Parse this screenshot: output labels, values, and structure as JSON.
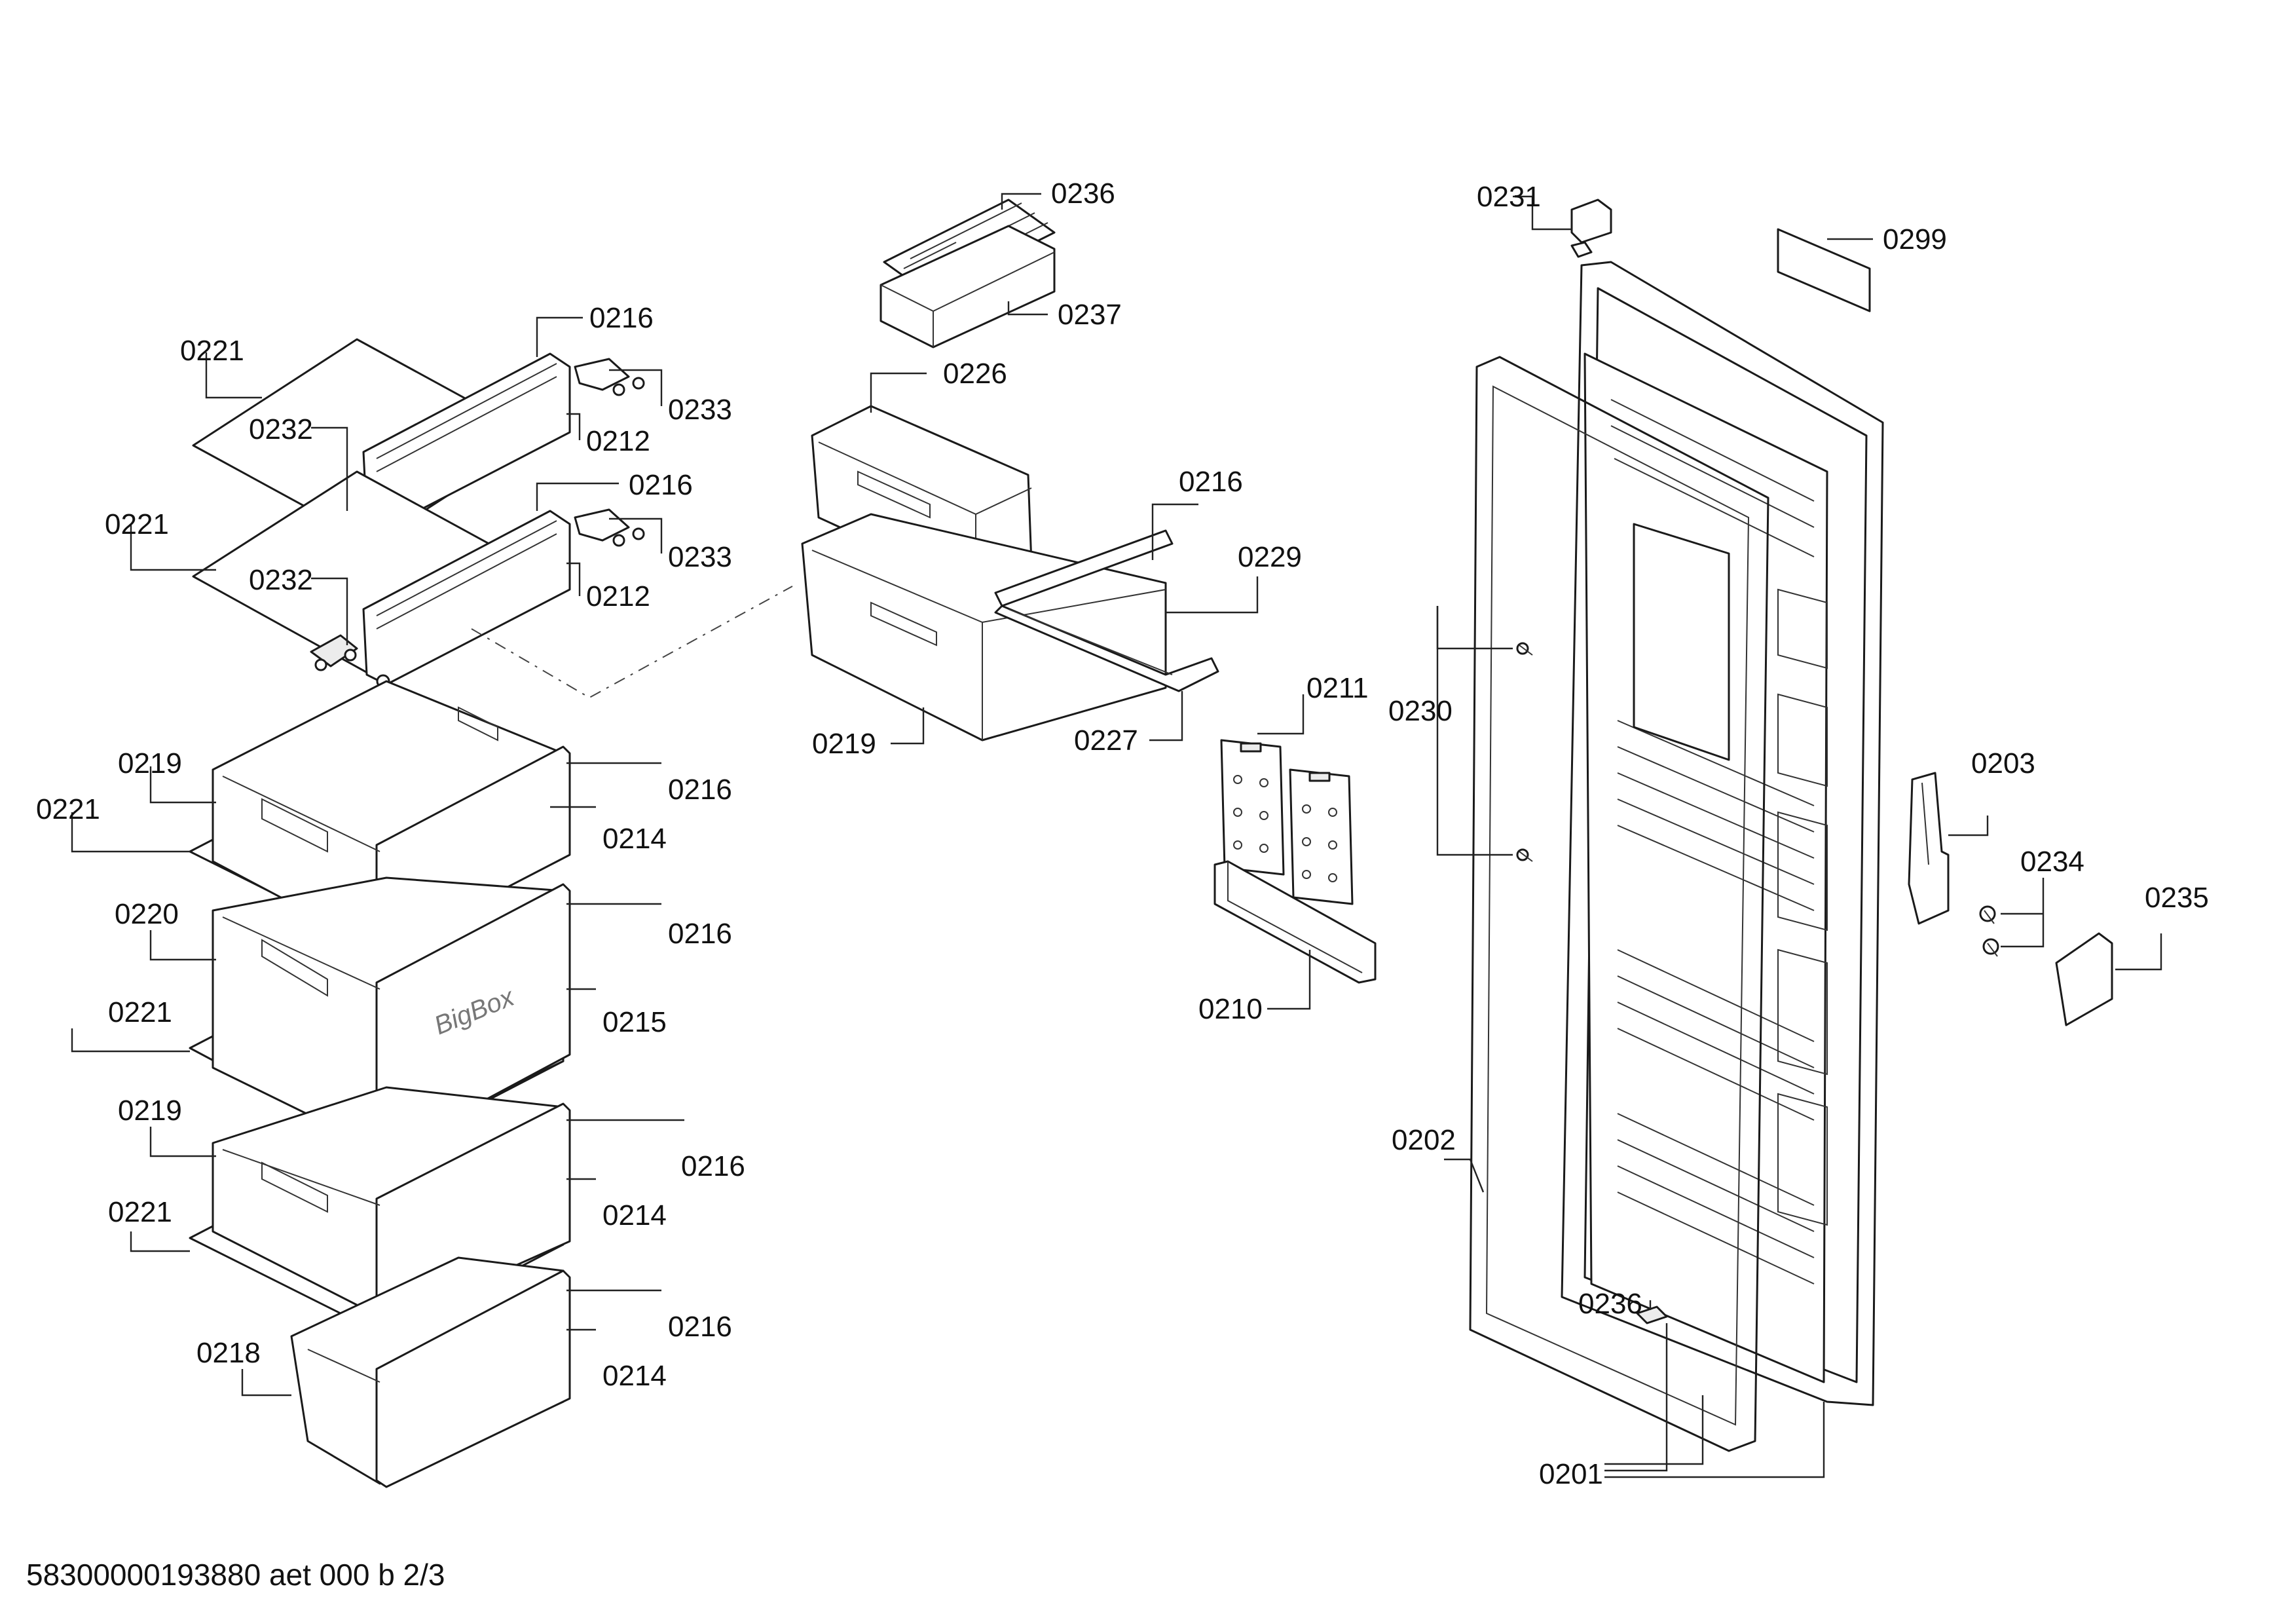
{
  "document_code": "58300000193880 aet 000 b 2/3",
  "brand_mark": "BigBox",
  "labels": {
    "l0221a": "0221",
    "l0232a": "0232",
    "l0216a": "0216",
    "l0233a": "0233",
    "l0212a": "0212",
    "l0221b": "0221",
    "l0232b": "0232",
    "l0216b": "0216",
    "l0233b": "0233",
    "l0212b": "0212",
    "l0219a": "0219",
    "l0221c": "0221",
    "l0216c": "0216",
    "l0214a": "0214",
    "l0220": "0220",
    "l0221d": "0221",
    "l0216d": "0216",
    "l0215": "0215",
    "l0219b": "0219",
    "l0221e": "0221",
    "l0216e": "0216",
    "l0214b": "0214",
    "l0218": "0218",
    "l0216f": "0216",
    "l0214c": "0214",
    "l0236a": "0236",
    "l0237": "0237",
    "l0226": "0226",
    "l0216g": "0216",
    "l0229": "0229",
    "l0219c": "0219",
    "l0227": "0227",
    "l0211": "0211",
    "l0210": "0210",
    "l0231": "0231",
    "l0299": "0299",
    "l0230": "0230",
    "l0203": "0203",
    "l0234": "0234",
    "l0235": "0235",
    "l0202": "0202",
    "l0236b": "0236",
    "l0201": "0201"
  }
}
